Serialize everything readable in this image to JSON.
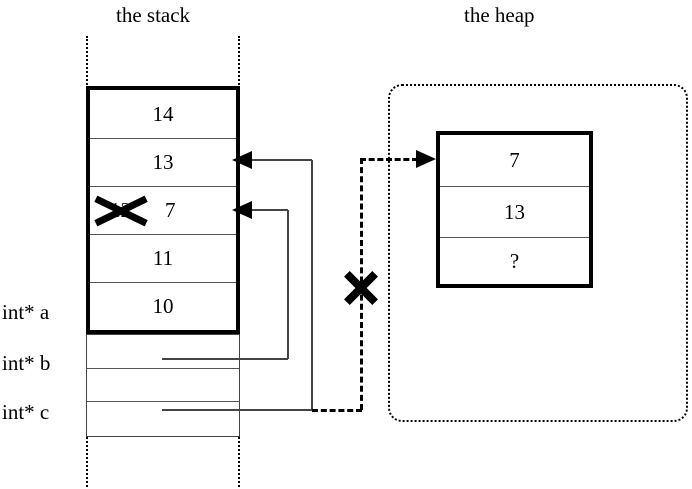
{
  "figure": {
    "titles": {
      "stack": "the stack",
      "heap": "the heap"
    }
  },
  "stack": {
    "allocated_cells": [
      {
        "value": "14"
      },
      {
        "value": "13"
      },
      {
        "value": "7",
        "struck_value": "12",
        "struck": true
      },
      {
        "value": "11"
      },
      {
        "value": "10"
      }
    ],
    "pointer_rows": [
      {
        "label": "int* a"
      },
      {
        "label": "int* b"
      },
      {
        "label": "int* c"
      }
    ]
  },
  "heap": {
    "cells": [
      {
        "value": "7"
      },
      {
        "value": "13"
      },
      {
        "value": "?"
      }
    ]
  },
  "annotations": {
    "invalid_pointer_mark": "X",
    "overwritten_mark": "X"
  },
  "colors": {
    "ink": "#000000",
    "wire": "#444444",
    "background": "#ffffff"
  }
}
